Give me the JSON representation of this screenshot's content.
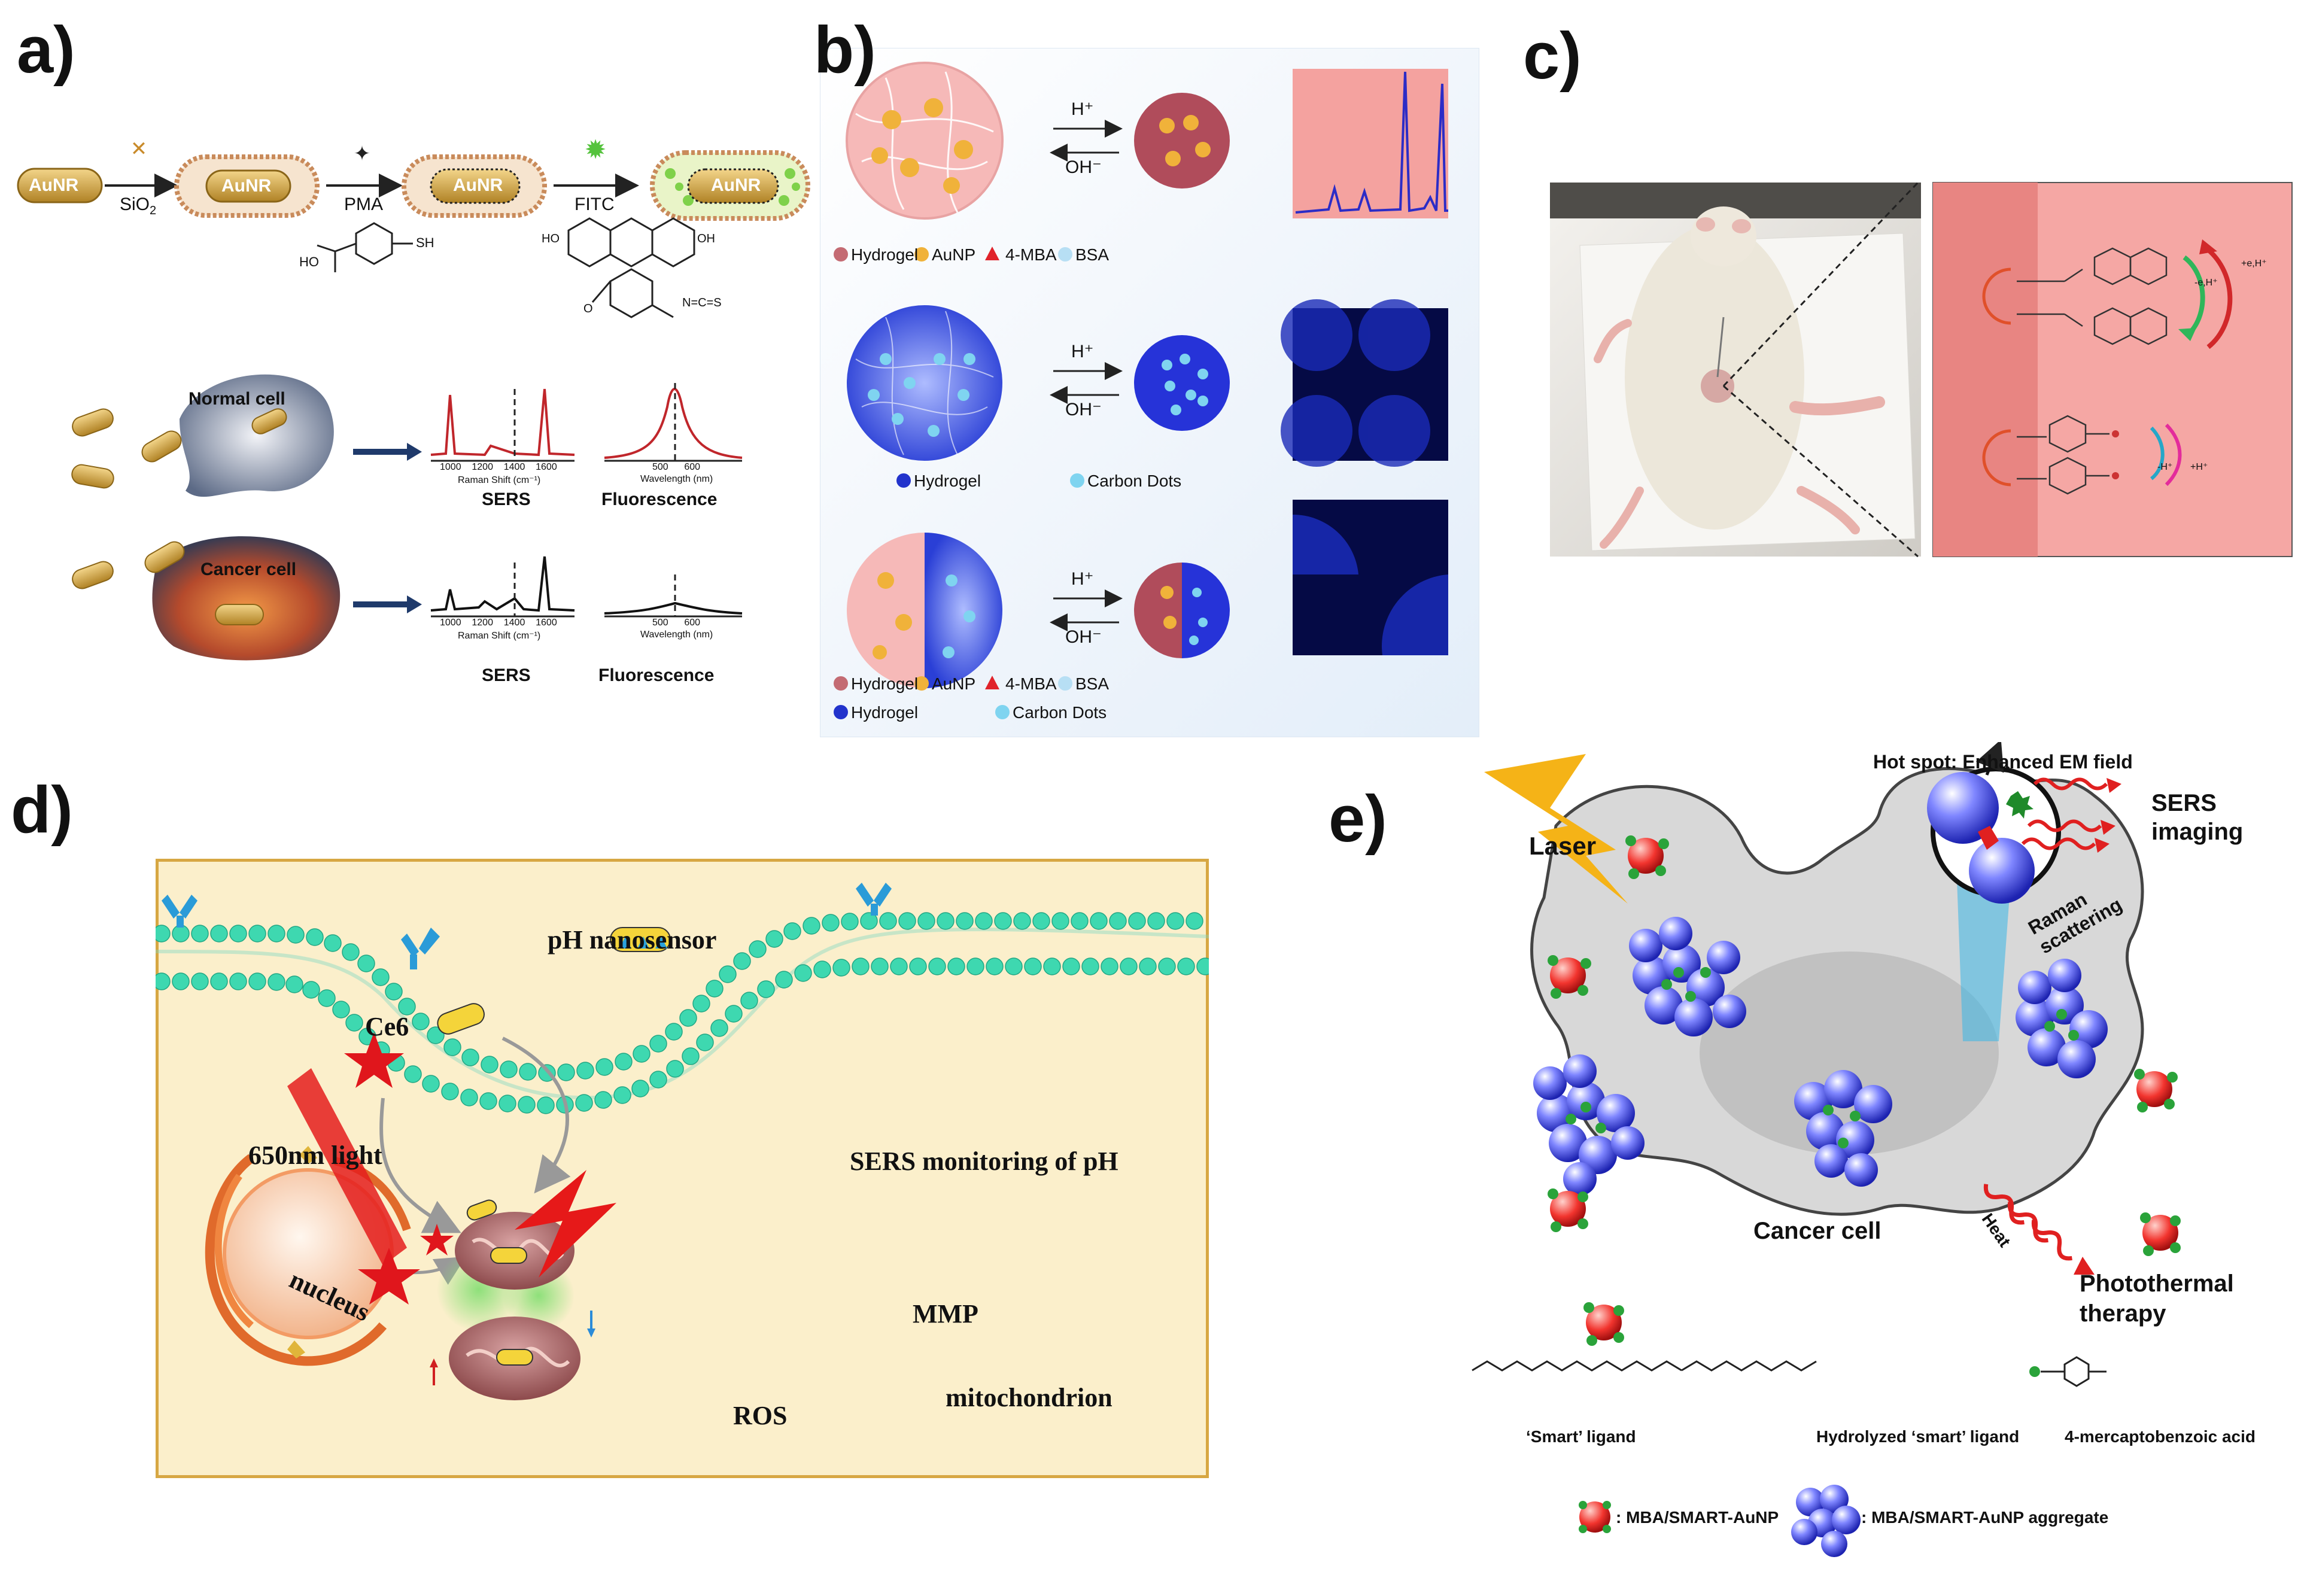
{
  "panels": {
    "a": {
      "letter": "a)",
      "aunr": "AuNR",
      "steps": [
        "SiO",
        "PMA",
        "FITC"
      ],
      "sub2": "2",
      "chem": {
        "ho": "HO",
        "sh": "SH",
        "ho2": "HO",
        "oh": "OH",
        "ncs": "N=C=S",
        "o": "O"
      },
      "normal_cell": "Normal cell",
      "cancer_cell": "Cancer cell",
      "raman_axis": "Raman Shift (cm⁻¹)",
      "wave_axis": "Wavelength (nm)",
      "raman_ticks": [
        "1000",
        "1200",
        "1400",
        "1600"
      ],
      "wave_ticks": [
        "500",
        "600"
      ],
      "sers": "SERS",
      "fluorescence": "Fluorescence"
    },
    "b": {
      "letter": "b)",
      "h_plus": "H⁺",
      "oh_minus": "OH⁻",
      "legend1": [
        "Hydrogel",
        "AuNP",
        "4-MBA",
        "BSA"
      ],
      "legend2": [
        "Hydrogel",
        "Carbon Dots"
      ],
      "legend3a": [
        "Hydrogel",
        "AuNP",
        "4-MBA",
        "BSA"
      ],
      "legend3b": [
        "Hydrogel",
        "Carbon Dots"
      ]
    },
    "c": {
      "letter": "c)",
      "labels": [
        "-e,H⁺",
        "+e,H⁺",
        "-H⁺",
        "+H⁺"
      ]
    },
    "d": {
      "letter": "d)",
      "ph_nanosensor": "pH nanosensor",
      "ce6": "Ce6",
      "light": "650nm light",
      "sers_monitoring": "SERS monitoring of pH",
      "nucleus": "nucleus",
      "mmp": "MMP",
      "ros": "ROS",
      "mitochondrion": "mitochondrion"
    },
    "e": {
      "letter": "e)",
      "hotspot": "Hot spot: Enhanced EM field",
      "sers_imaging": "SERS imaging",
      "laser": "Laser",
      "raman": "Raman scattering",
      "cancer_cell": "Cancer cell",
      "heat": "Heat",
      "photothermal": "Photothermal therapy",
      "smart_ligand": "‘Smart’ ligand",
      "hydrolyzed": "Hydrolyzed ‘smart’ ligand",
      "mba": "4-mercaptobenzoic acid",
      "legend_np": ": MBA/SMART-AuNP",
      "legend_agg": ": MBA/SMART-AuNP aggregate"
    }
  },
  "colors": {
    "gold": "#d4a73a",
    "sers_red": "#c0262b",
    "hydrogel_pink": "#f4b9b8",
    "carbon_blue": "#2a3fd6",
    "membrane_green": "#3fd4a7",
    "cell_gray": "#d6d6d6",
    "np_blue": "#3b46e0"
  }
}
